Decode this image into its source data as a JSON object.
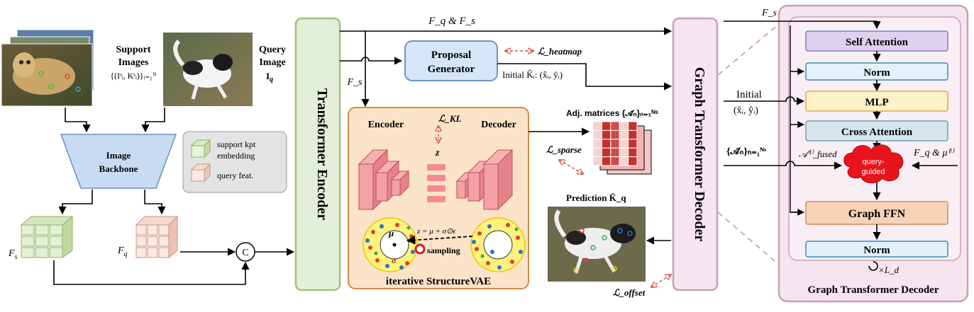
{
  "support": {
    "title_line1": "Support",
    "title_line2": "Images",
    "formula": "{(Iˢᵢ, Kˢᵢ)}ᵢ₌₁ᴺ"
  },
  "query": {
    "title_line1": "Query",
    "title_line2": "Image",
    "symbol": "I",
    "symbol_sub": "q"
  },
  "backbone": {
    "line1": "Image",
    "line2": "Backbone"
  },
  "legend": {
    "support_label_1": "support kpt",
    "support_label_2": "embedding",
    "query_label": "query feat."
  },
  "features": {
    "fs_label": "F",
    "fs_sub": "s",
    "fq_label": "F",
    "fq_sub": "q",
    "concat": "C"
  },
  "encoder": {
    "label": "Transformer Encoder"
  },
  "top_flow": {
    "fq_fs": "F_q & F_s",
    "fs_down": "F_s"
  },
  "proposal": {
    "line1": "Proposal",
    "line2": "Generator",
    "loss": "ℒ_heatmap",
    "initial": "Initial K̂ᵢ: (x̂ᵢ, ŷᵢ)"
  },
  "vae": {
    "encoder": "Encoder",
    "decoder": "Decoder",
    "loss_kl": "ℒ_KL",
    "z": "z",
    "mu": "μ",
    "sigma": "σ",
    "reparam": "z = μ + σ⊙ϵ",
    "sampling": "sampling",
    "title": "iterative StructureVAE"
  },
  "adjacency": {
    "label": "Adj. matrices {𝒜̃ₙ}ₙ₌₁ᴺˢ",
    "loss_sparse": "ℒ_sparse"
  },
  "prediction": {
    "label": "Prediction K̂_q",
    "loss_offset": "ℒ_offset"
  },
  "decoder_bar": {
    "label": "Graph Transformer Decoder"
  },
  "detail": {
    "fs_in": "F_s",
    "self_attention": "Self Attention",
    "norm1": "Norm",
    "mlp": "MLP",
    "cross_attention": "Cross Attention",
    "graph_ffn": "Graph FFN",
    "norm2": "Norm",
    "initial_line1": "Initial",
    "initial_line2": "(x̂ᵢ, ŷᵢ)",
    "adj_input": "{𝒜̃ₙ}ₙ₌₁ᴺˢ",
    "a_fused": "𝒜⁽ˡ⁾_fused",
    "fq_mu": "F_q & μ⁽ˡ⁾",
    "query_guided_1": "query-",
    "query_guided_2": "guided",
    "repeat": "×L_d",
    "title": "Graph Transformer Decoder"
  },
  "colors": {
    "encoder_fill": "#e4efd9",
    "encoder_stroke": "#9cc27b",
    "decoder_fill": "#f6e4ee",
    "decoder_stroke": "#c7a0b6",
    "vae_fill": "#fbe3c8",
    "vae_stroke": "#d4893e",
    "proposal_fill": "#d4e6f7",
    "proposal_stroke": "#6b94c4",
    "self_attention_fill": "#dcd2f0",
    "mlp_fill": "#fdf1c8",
    "cross_attention_fill": "#d6e6ea",
    "graph_ffn_fill": "#f6d3b8",
    "norm_fill": "#e3f1fb",
    "cloud_fill": "#e8141c"
  }
}
